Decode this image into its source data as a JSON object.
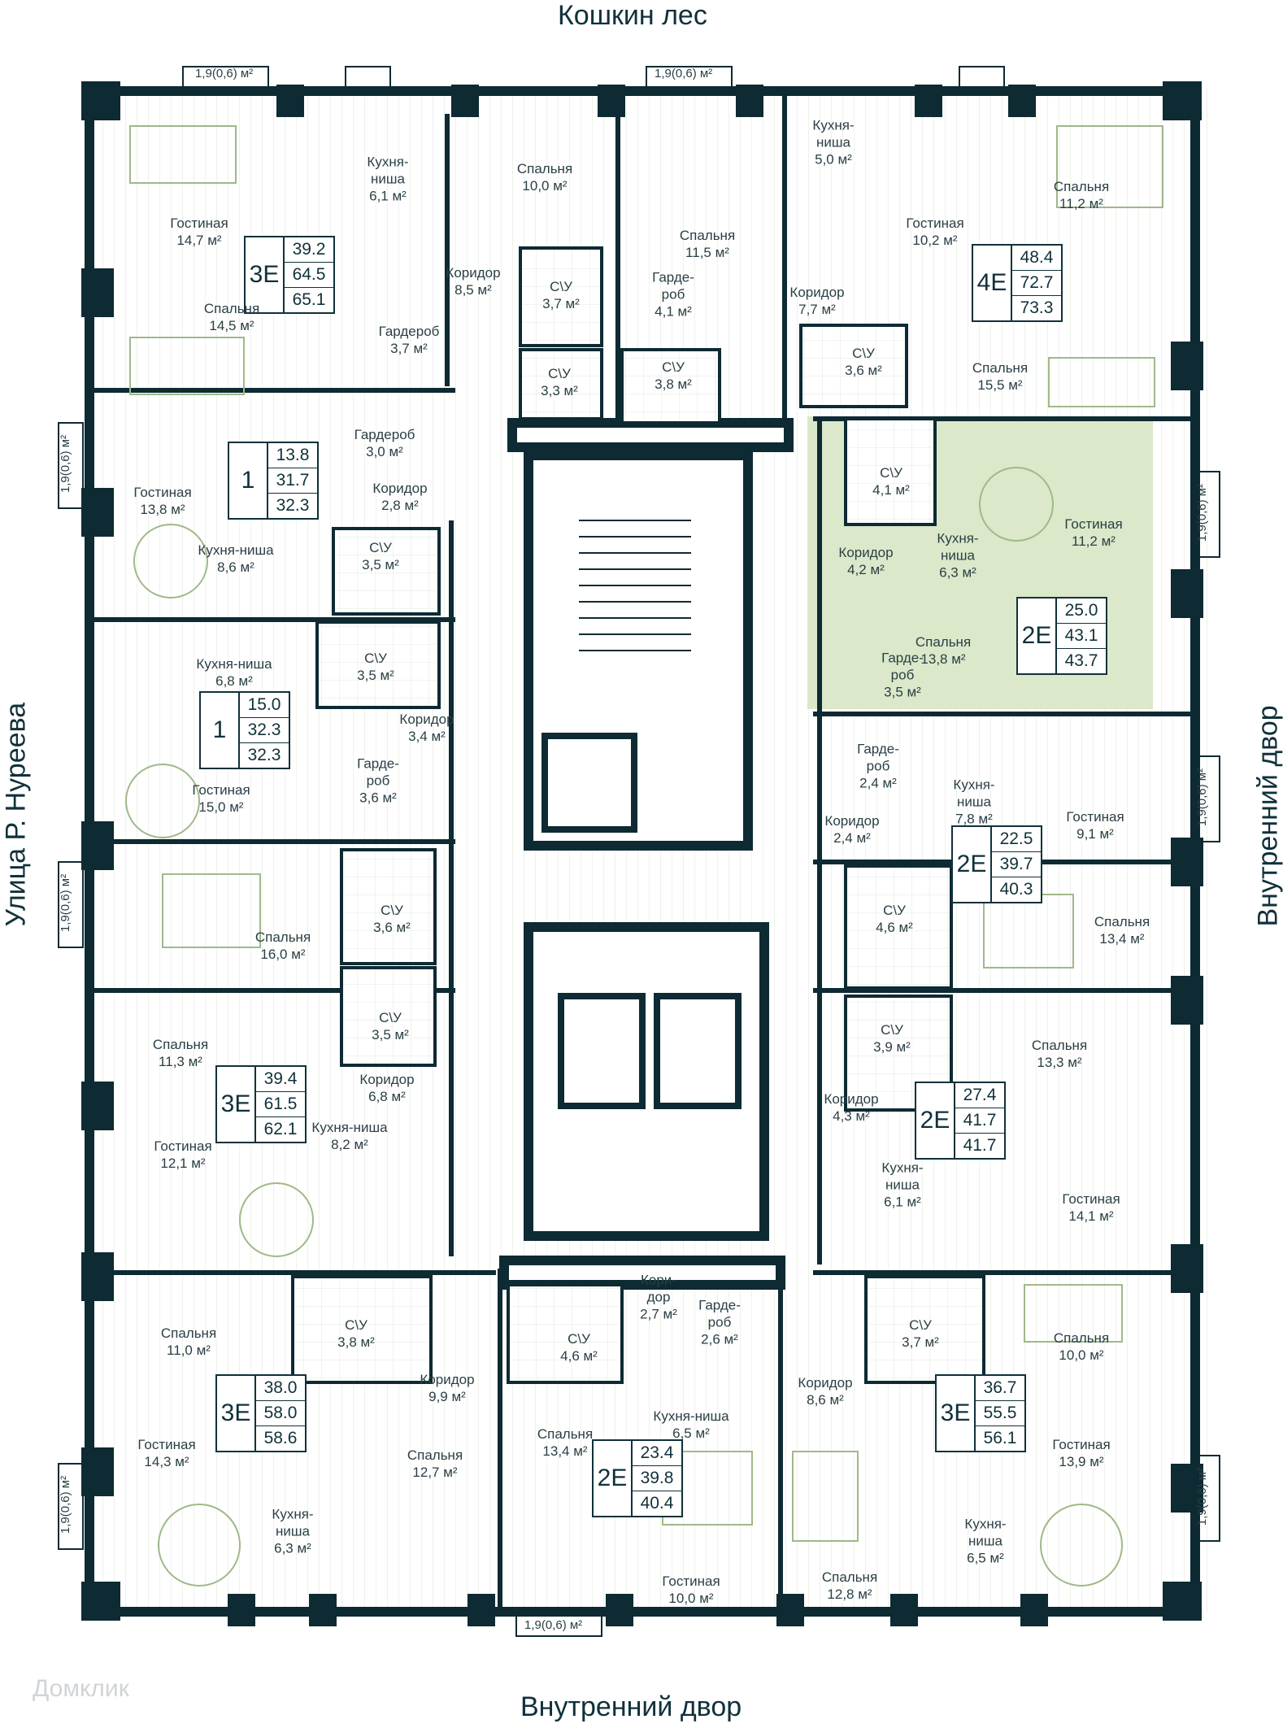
{
  "streets": {
    "top": "Кошкин лес",
    "bottom": "Внутренний двор",
    "left": "Улица Р. Нуреева",
    "right": "Внутренний двор"
  },
  "balcony_label": "1,9(0,6) м²",
  "watermark": "Домклик",
  "colors": {
    "wall": "#0e2a33",
    "highlight": "#dbe8c9",
    "floor_lines": "#c9d6b8",
    "furniture": "#9fb98a"
  },
  "apartments": [
    {
      "type": "3Е",
      "v1": "39.2",
      "v2": "64.5",
      "v3": "65.1"
    },
    {
      "type": "4Е",
      "v1": "48.4",
      "v2": "72.7",
      "v3": "73.3"
    },
    {
      "type": "1",
      "v1": "13.8",
      "v2": "31.7",
      "v3": "32.3"
    },
    {
      "type": "2Е",
      "v1": "25.0",
      "v2": "43.1",
      "v3": "43.7"
    },
    {
      "type": "1",
      "v1": "15.0",
      "v2": "32.3",
      "v3": "32.3"
    },
    {
      "type": "2Е",
      "v1": "22.5",
      "v2": "39.7",
      "v3": "40.3"
    },
    {
      "type": "3Е",
      "v1": "39.4",
      "v2": "61.5",
      "v3": "62.1"
    },
    {
      "type": "2Е",
      "v1": "27.4",
      "v2": "41.7",
      "v3": "41.7"
    },
    {
      "type": "3Е",
      "v1": "38.0",
      "v2": "58.0",
      "v3": "58.6"
    },
    {
      "type": "2Е",
      "v1": "23.4",
      "v2": "39.8",
      "v3": "40.4"
    },
    {
      "type": "3Е",
      "v1": "36.7",
      "v2": "55.5",
      "v3": "56.1"
    }
  ],
  "rooms": [
    {
      "name": "Гостиная",
      "area": "14,7 м²"
    },
    {
      "name": "Кухня-\nниша",
      "area": "6,1 м²"
    },
    {
      "name": "Спальня",
      "area": "10,0 м²"
    },
    {
      "name": "Спальня",
      "area": "11,5 м²"
    },
    {
      "name": "Кухня-\nниша",
      "area": "5,0 м²"
    },
    {
      "name": "Гостиная",
      "area": "10,2 м²"
    },
    {
      "name": "Спальня",
      "area": "11,2 м²"
    },
    {
      "name": "Спальня",
      "area": "14,5 м²"
    },
    {
      "name": "Коридор",
      "area": "8,5 м²"
    },
    {
      "name": "С\\У",
      "area": "3,7 м²"
    },
    {
      "name": "Гарде-\nроб",
      "area": "4,1 м²"
    },
    {
      "name": "Коридор",
      "area": "7,7 м²"
    },
    {
      "name": "Гардероб",
      "area": "3,7 м²"
    },
    {
      "name": "С\\У",
      "area": "3,3 м²"
    },
    {
      "name": "С\\У",
      "area": "3,8 м²"
    },
    {
      "name": "С\\У",
      "area": "3,6 м²"
    },
    {
      "name": "Спальня",
      "area": "15,5 м²"
    },
    {
      "name": "Гардероб",
      "area": "3,0 м²"
    },
    {
      "name": "Гостиная",
      "area": "13,8 м²"
    },
    {
      "name": "Коридор",
      "area": "2,8 м²"
    },
    {
      "name": "С\\У",
      "area": "4,1 м²"
    },
    {
      "name": "Гостиная",
      "area": "11,2 м²"
    },
    {
      "name": "Кухня-ниша",
      "area": "8,6 м²"
    },
    {
      "name": "С\\У",
      "area": "3,5 м²"
    },
    {
      "name": "Коридор",
      "area": "4,2 м²"
    },
    {
      "name": "Кухня-\nниша",
      "area": "6,3 м²"
    },
    {
      "name": "Кухня-ниша",
      "area": "6,8 м²"
    },
    {
      "name": "С\\У",
      "area": "3,5 м²"
    },
    {
      "name": "Спальня",
      "area": "13,8 м²"
    },
    {
      "name": "Гарде-\nроб",
      "area": "3,5 м²"
    },
    {
      "name": "Коридор",
      "area": "3,4 м²"
    },
    {
      "name": "Гостиная",
      "area": "15,0 м²"
    },
    {
      "name": "Гарде-\nроб",
      "area": "3,6 м²"
    },
    {
      "name": "Гарде-\nроб",
      "area": "2,4 м²"
    },
    {
      "name": "Кухня-\nниша",
      "area": "7,8 м²"
    },
    {
      "name": "Гостиная",
      "area": "9,1 м²"
    },
    {
      "name": "Коридор",
      "area": "2,4 м²"
    },
    {
      "name": "Спальня",
      "area": "16,0 м²"
    },
    {
      "name": "С\\У",
      "area": "3,6 м²"
    },
    {
      "name": "С\\У",
      "area": "4,6 м²"
    },
    {
      "name": "Спальня",
      "area": "13,4 м²"
    },
    {
      "name": "Спальня",
      "area": "11,3 м²"
    },
    {
      "name": "С\\У",
      "area": "3,5 м²"
    },
    {
      "name": "С\\У",
      "area": "3,9 м²"
    },
    {
      "name": "Спальня",
      "area": "13,3 м²"
    },
    {
      "name": "Коридор",
      "area": "6,8 м²"
    },
    {
      "name": "Коридор",
      "area": "4,3 м²"
    },
    {
      "name": "Гостиная",
      "area": "12,1 м²"
    },
    {
      "name": "Кухня-ниша",
      "area": "8,2 м²"
    },
    {
      "name": "Кухня-\nниша",
      "area": "6,1 м²"
    },
    {
      "name": "Гостиная",
      "area": "14,1 м²"
    },
    {
      "name": "Спальня",
      "area": "11,0 м²"
    },
    {
      "name": "С\\У",
      "area": "3,8 м²"
    },
    {
      "name": "Кори-\nдор",
      "area": "2,7 м²"
    },
    {
      "name": "Гарде-\nроб",
      "area": "2,6 м²"
    },
    {
      "name": "С\\У",
      "area": "4,6 м²"
    },
    {
      "name": "С\\У",
      "area": "3,7 м²"
    },
    {
      "name": "Спальня",
      "area": "10,0 м²"
    },
    {
      "name": "Коридор",
      "area": "9,9 м²"
    },
    {
      "name": "Коридор",
      "area": "8,6 м²"
    },
    {
      "name": "Гостиная",
      "area": "14,3 м²"
    },
    {
      "name": "Спальня",
      "area": "12,7 м²"
    },
    {
      "name": "Спальня",
      "area": "13,4 м²"
    },
    {
      "name": "Кухня-ниша",
      "area": "6,5 м²"
    },
    {
      "name": "Гостиная",
      "area": "13,9 м²"
    },
    {
      "name": "Кухня-\nниша",
      "area": "6,3 м²"
    },
    {
      "name": "Гостиная",
      "area": "10,0 м²"
    },
    {
      "name": "Спальня",
      "area": "12,8 м²"
    },
    {
      "name": "Кухня-\nниша",
      "area": "6,5 м²"
    }
  ]
}
